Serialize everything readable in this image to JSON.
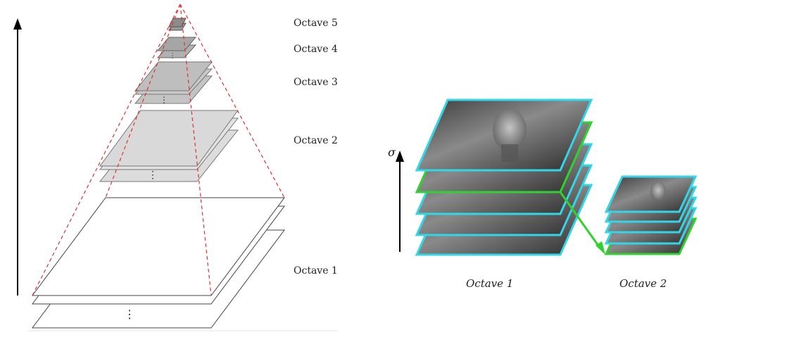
{
  "left_panel": {
    "levels": [
      {
        "label": "Octave 5",
        "fill": "#8c8c8c"
      },
      {
        "label": "Octave 4",
        "fill": "#a6a6a6"
      },
      {
        "label": "Octave 3",
        "fill": "#bebebe"
      },
      {
        "label": "Octave 2",
        "fill": "#dcdcdc"
      },
      {
        "label": "Octave 1",
        "fill": "#ffffff"
      }
    ],
    "ellipsis": "⋮",
    "pyramid_line_color": "#e03030"
  },
  "right_panel": {
    "sigma": "σ",
    "octave1_label": "Octave 1",
    "octave2_label": "Octave 2",
    "colors": {
      "cyan_border": "#33d6e6",
      "green_border": "#2fd22f",
      "arrow": "#2fd22f"
    }
  }
}
